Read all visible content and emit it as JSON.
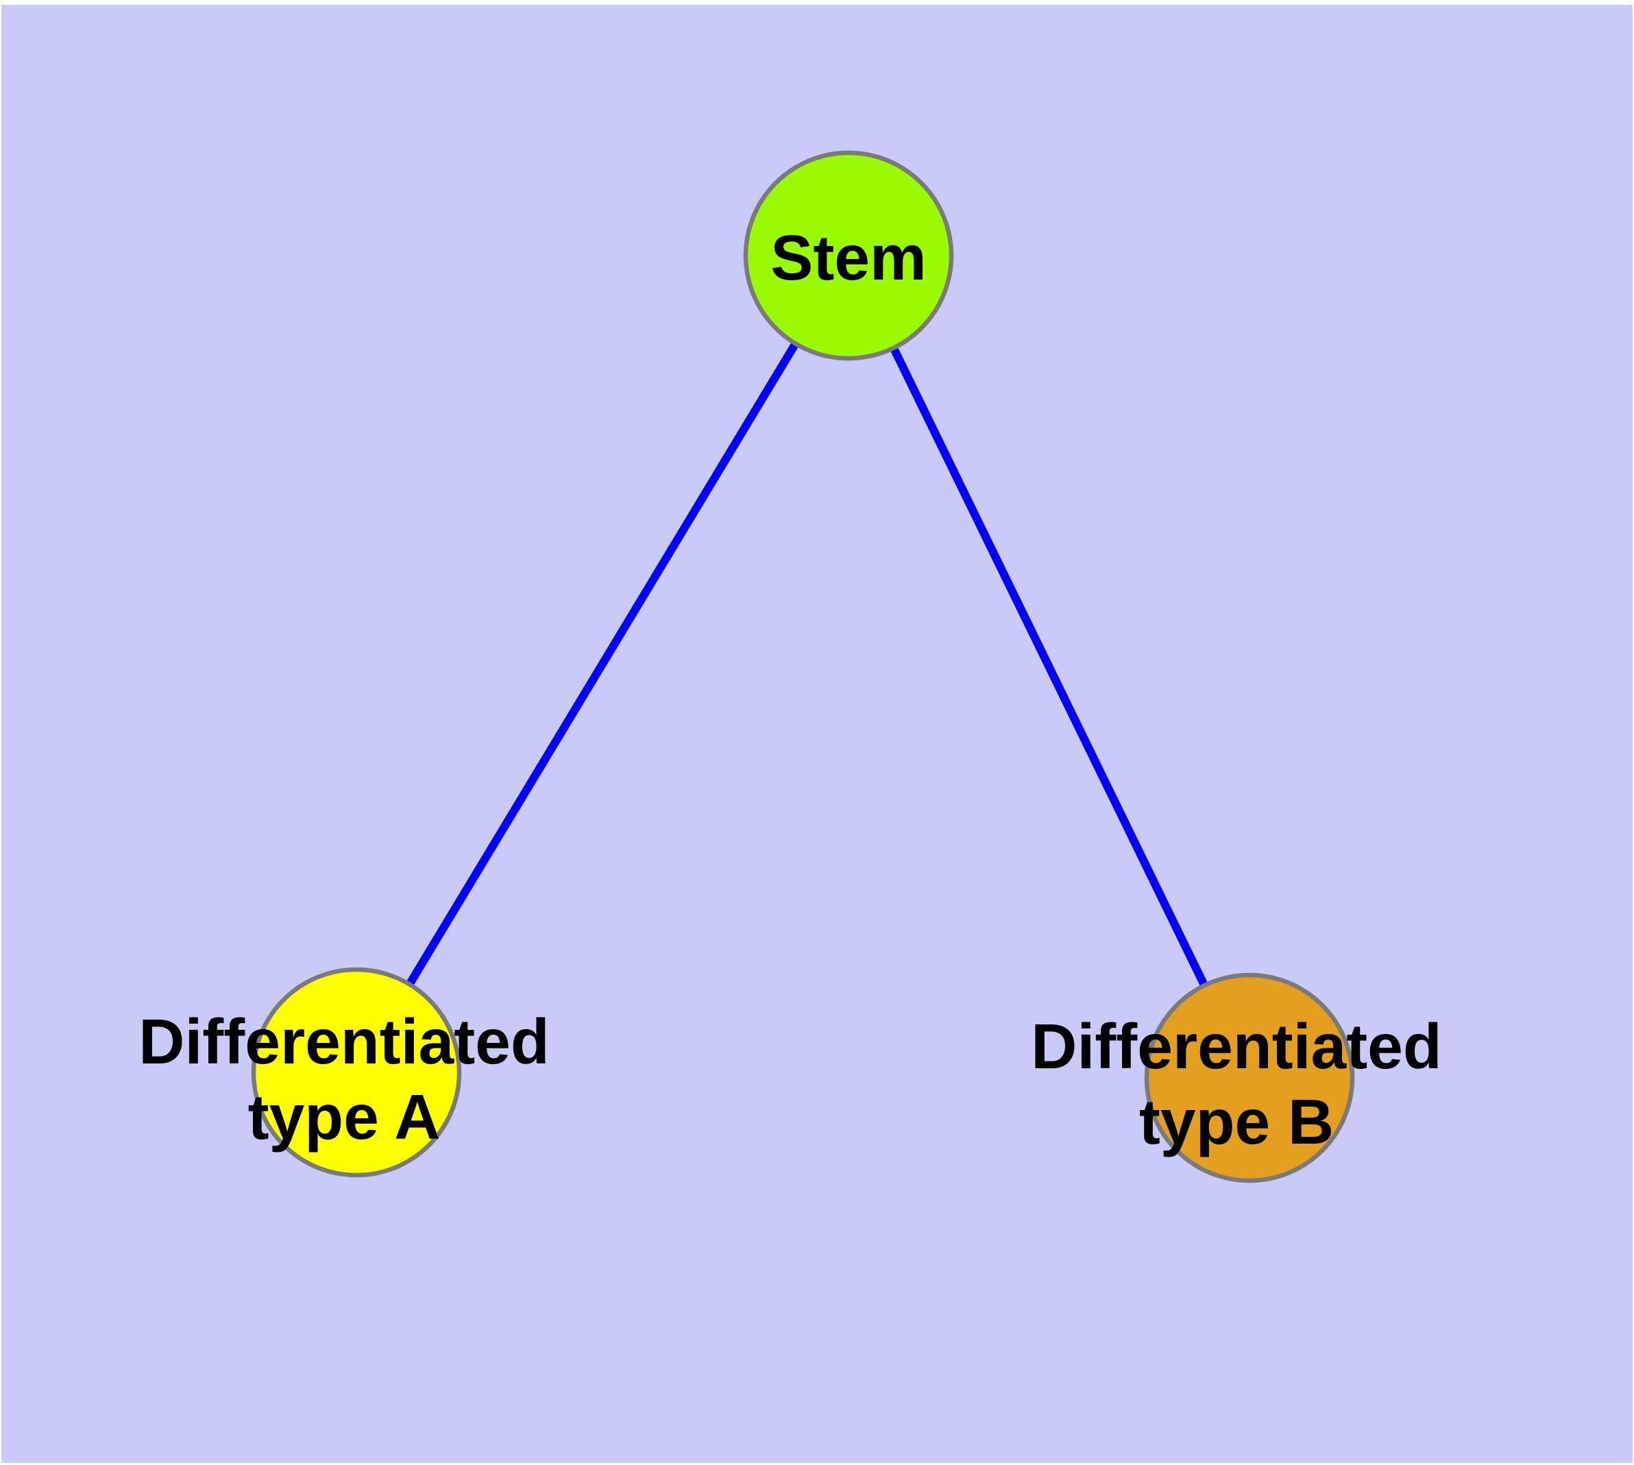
{
  "diagram": {
    "type": "node-link-graph",
    "background_color": "#CACAF8",
    "page_margin_color": "#FFFFFF",
    "edge_color": "#0000FF",
    "node_border_color": "#7A7A7A",
    "label_color": "#000000",
    "nodes": [
      {
        "id": "stem",
        "label": "Stem",
        "fill": "#9AFB00",
        "role": "root"
      },
      {
        "id": "type-a",
        "label": "Differentiated\ntype A",
        "fill": "#FFFF00",
        "role": "leaf"
      },
      {
        "id": "type-b",
        "label": "Differentiated\ntype B",
        "fill": "#E49F20",
        "role": "leaf"
      }
    ],
    "edges": [
      {
        "from": "Stem",
        "to": "Differentiated type A"
      },
      {
        "from": "Stem",
        "to": "Differentiated type B"
      }
    ]
  }
}
